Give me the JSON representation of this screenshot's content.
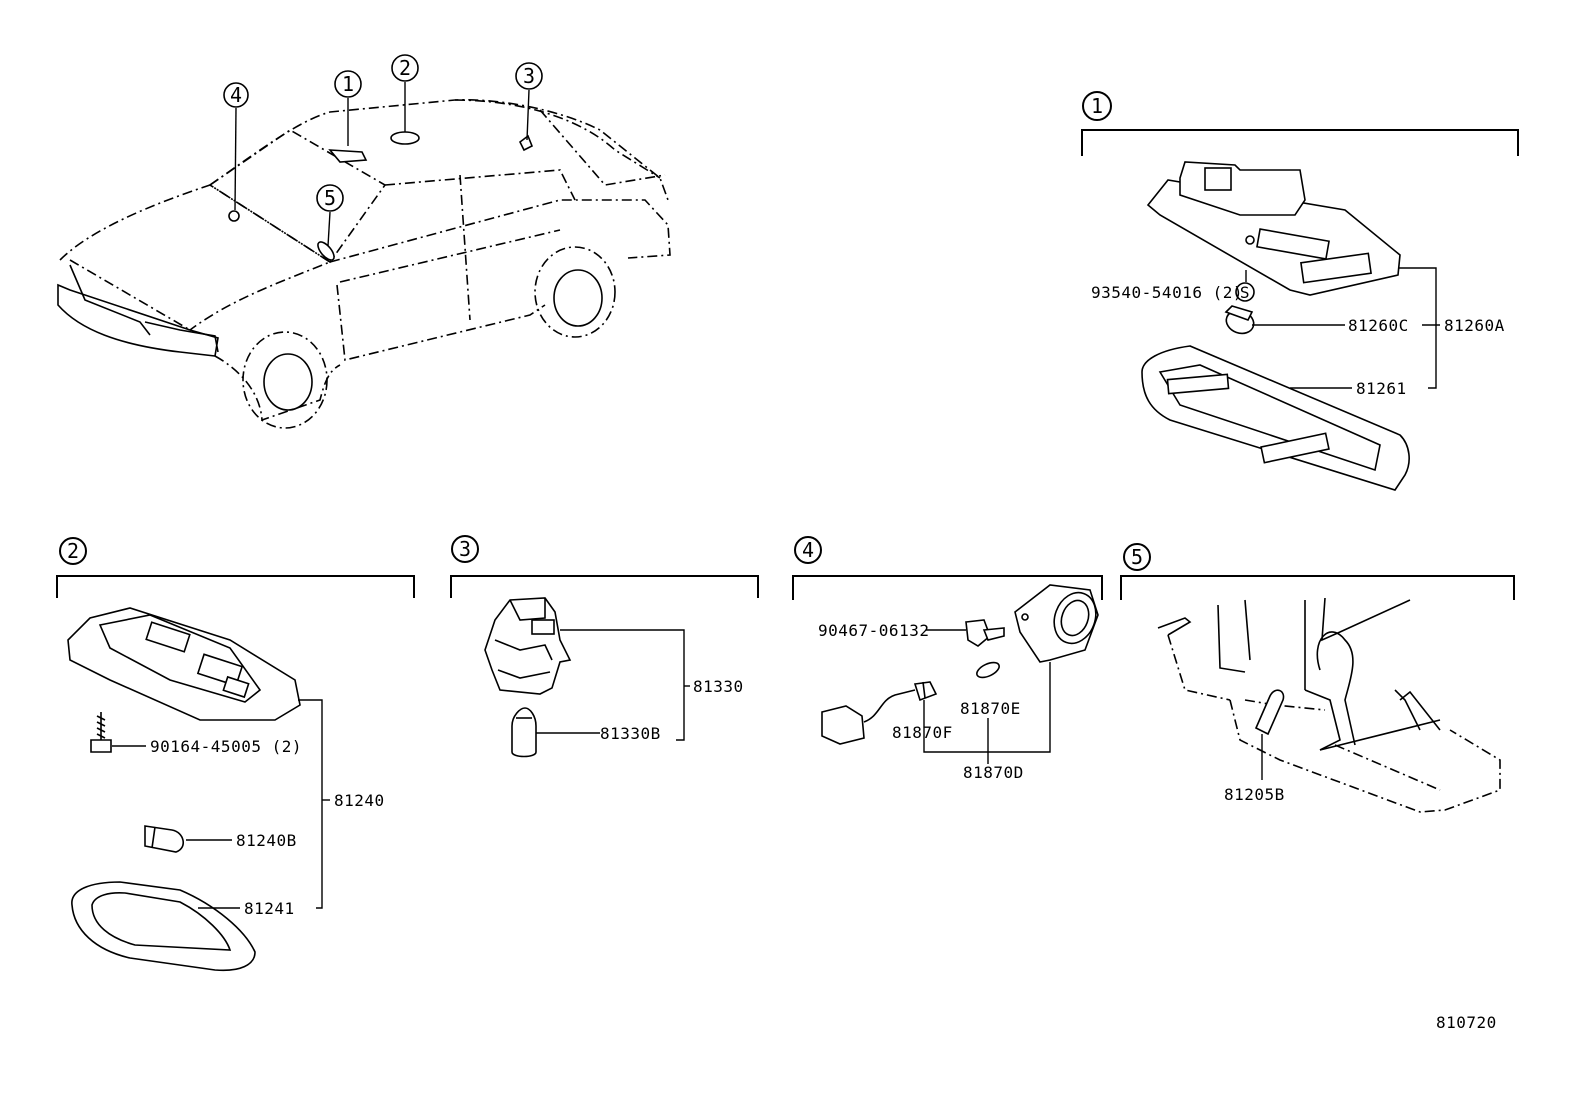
{
  "diagram_id": "810720",
  "callouts": [
    "1",
    "2",
    "3",
    "4",
    "5"
  ],
  "sections": {
    "s1": {
      "number": "1",
      "parts": {
        "clip": "93540-54016 (2)",
        "clip_symbol": "S",
        "bulb": "81260C",
        "assembly": "81260A",
        "lens": "81261"
      }
    },
    "s2": {
      "number": "2",
      "parts": {
        "assembly": "81240",
        "screw": "90164-45005 (2)",
        "bulb": "81240B",
        "lens": "81241"
      }
    },
    "s3": {
      "number": "3",
      "parts": {
        "assembly": "81330",
        "bulb": "81330B"
      }
    },
    "s4": {
      "number": "4",
      "parts": {
        "screw": "90467-06132",
        "bulb_e": "81870E",
        "bulb_f": "81870F",
        "assembly": "81870D"
      }
    },
    "s5": {
      "number": "5",
      "parts": {
        "bulb": "81205B"
      }
    }
  }
}
